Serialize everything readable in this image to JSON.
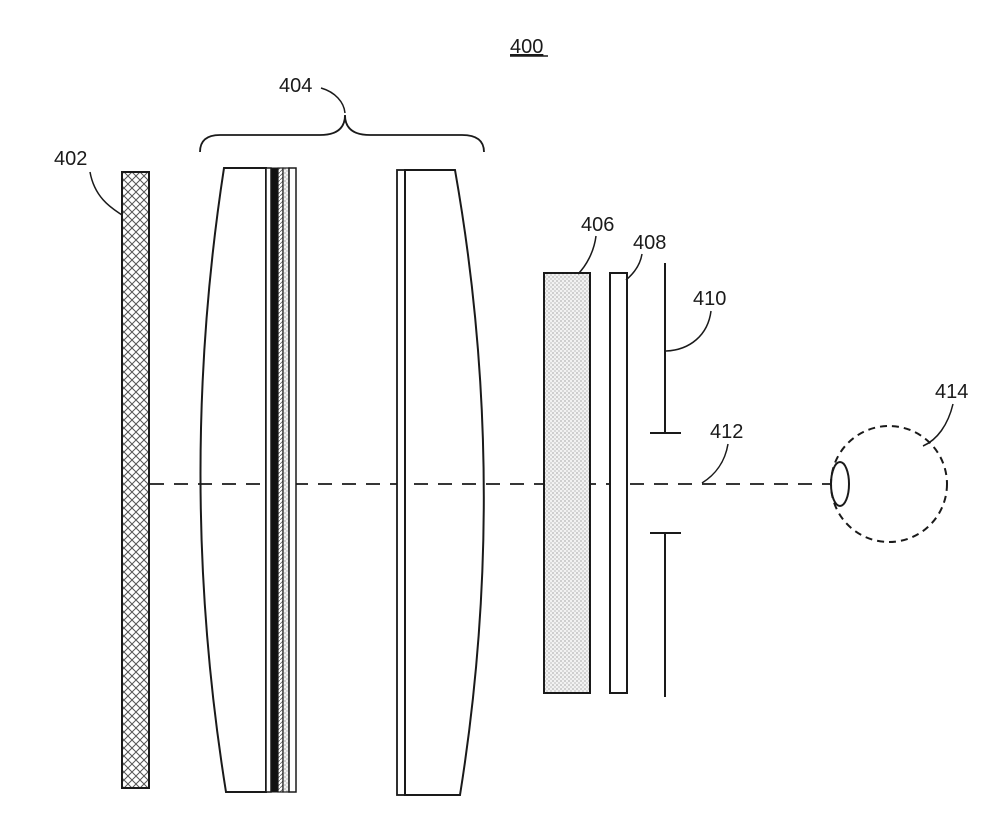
{
  "figure": {
    "number": "400"
  },
  "labels": {
    "display": "402",
    "lens_assembly": "404",
    "element_406": "406",
    "element_408": "408",
    "aperture": "410",
    "optical_axis": "412",
    "eye": "414"
  }
}
